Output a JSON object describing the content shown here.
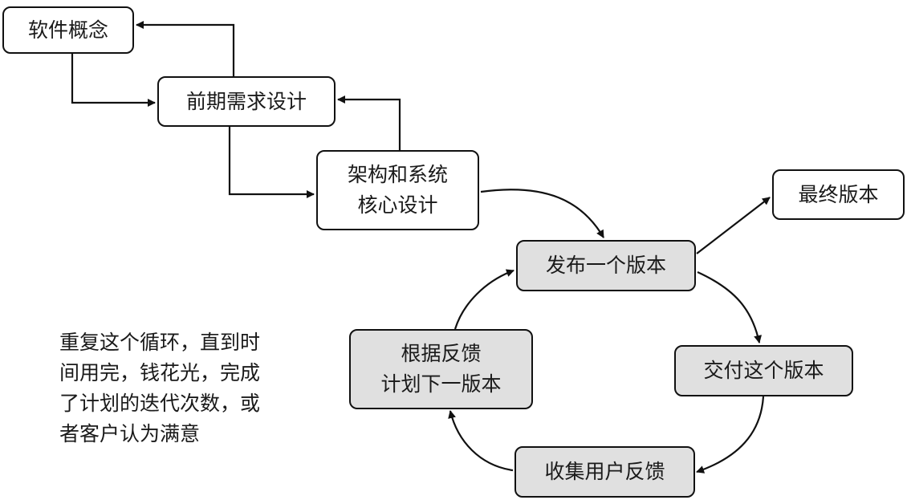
{
  "nodes": {
    "concept": [
      "软件概念"
    ],
    "requirements": [
      "前期需求设计"
    ],
    "architecture": [
      "架构和系统",
      "核心设计"
    ],
    "final_release": [
      "最终版本"
    ],
    "release": [
      "发布一个版本"
    ],
    "deliver": [
      "交付这个版本"
    ],
    "feedback": [
      "收集用户反馈"
    ],
    "plan": [
      "根据反馈",
      "计划下一版本"
    ]
  },
  "note": [
    "重复这个循环，直到时",
    "间用完，钱花光，完成",
    "了计划的迭代次数，或",
    "者客户认为满意"
  ],
  "colors": {
    "line": "#111111",
    "box_fill": "#ffffff",
    "loop_box_fill": "#e0e0e0"
  }
}
